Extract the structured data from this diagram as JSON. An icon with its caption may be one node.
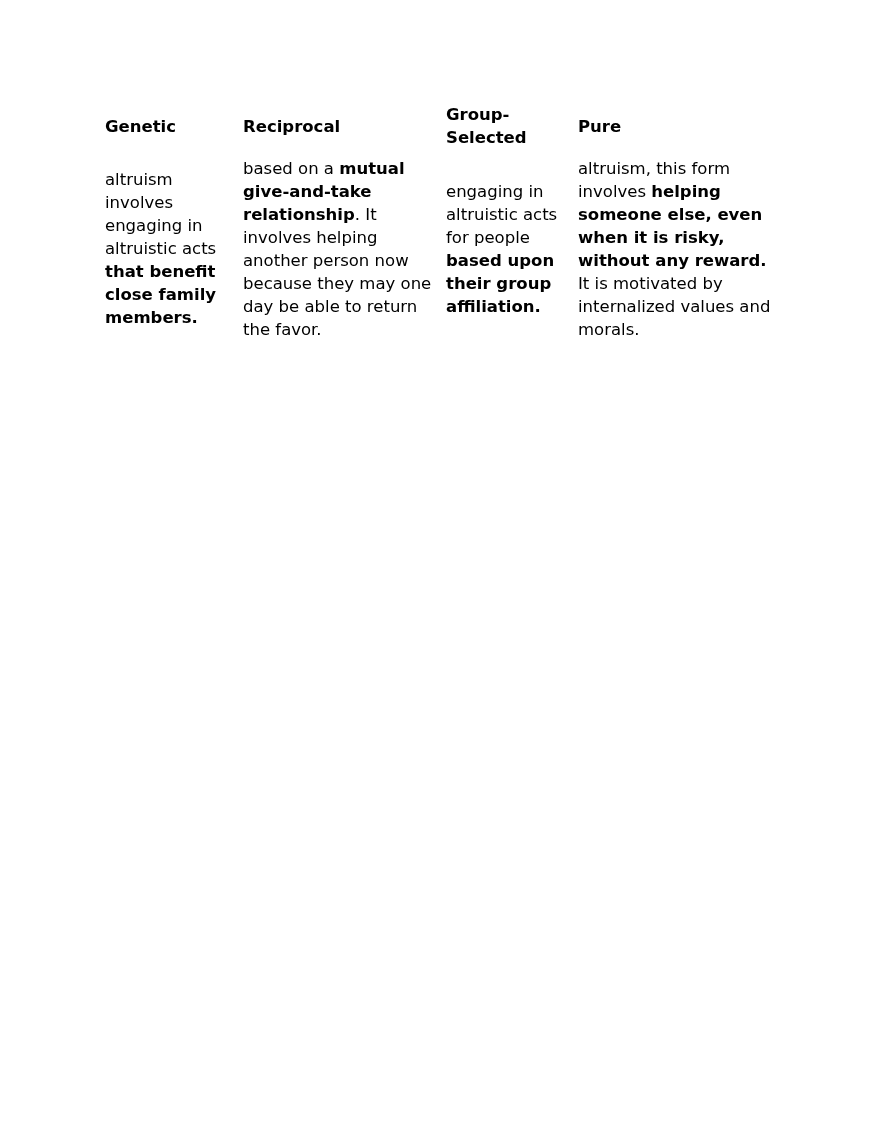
{
  "diagram": {
    "labels": [
      "Genetic",
      "Reciprocal",
      "Group-Selected",
      "Pure",
      "altruism involves engaging in altruistic acts **that benefit close family members.**",
      "based on a **mutual give-and-take relationship**. It involves helping another person now because they may one day be able to return the favor.",
      "engaging in altruistic acts for people **based upon their group affiliation.**",
      "altruism, this form involves **helping someone else, even when it is risky, without any reward.** It is motivated by internalized values and morals."
    ]
  }
}
